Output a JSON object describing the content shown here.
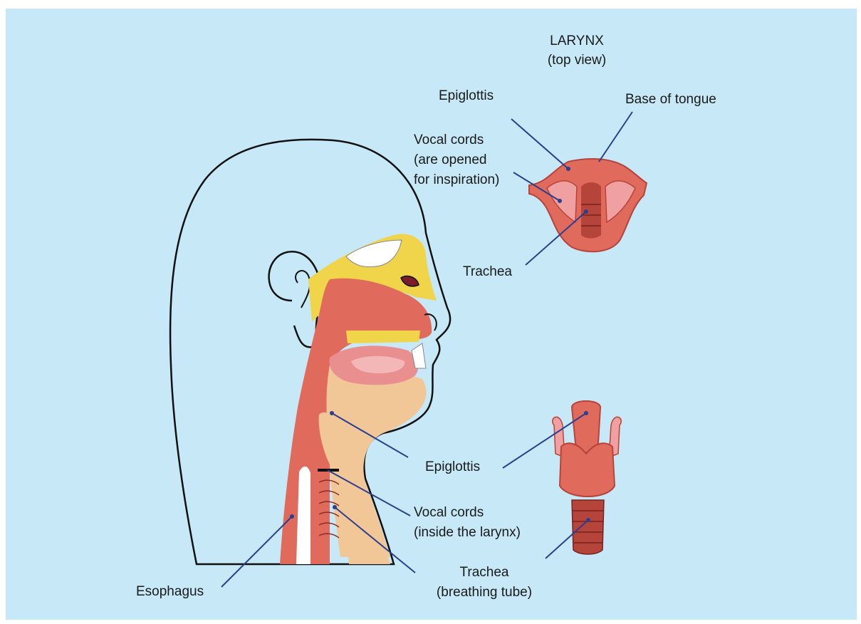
{
  "colors": {
    "background": "#c6e8f7",
    "tissue": "#e06a5c",
    "tissue_dark": "#b5443a",
    "skin": "#f2c798",
    "bone": "#f0d44a",
    "leader_line": "#2b3f8f",
    "outline": "#111111"
  },
  "labels": {
    "larynx_title": "LARYNX",
    "larynx_subtitle": "(top view)",
    "epiglottis_top": "Epiglottis",
    "base_of_tongue": "Base of tongue",
    "vocal_cords_top_1": "Vocal cords",
    "vocal_cords_top_2": "(are opened",
    "vocal_cords_top_3": "for inspiration)",
    "trachea_top": "Trachea",
    "epiglottis_side": "Epiglottis",
    "vocal_cords_side_1": "Vocal cords",
    "vocal_cords_side_2": "(inside the larynx)",
    "trachea_side_1": "Trachea",
    "trachea_side_2": "(breathing tube)",
    "esophagus": "Esophagus"
  }
}
